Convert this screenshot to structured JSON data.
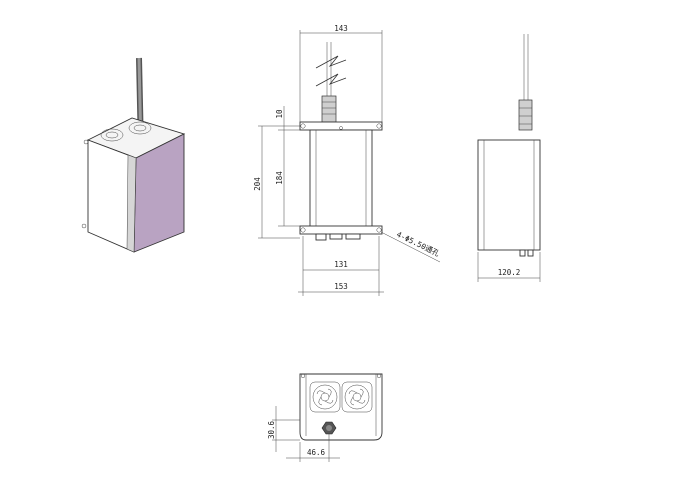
{
  "dimensions": {
    "top_width": "143",
    "flange_offset": "10",
    "overall_height": "204",
    "body_height": "184",
    "mount_span": "131",
    "overall_width": "153",
    "hole_callout": "4-Φ5.50通孔",
    "side_depth": "120.2",
    "bottom_height": "30.6",
    "bottom_offset": "46.6"
  },
  "colors": {
    "panel": "#b9a3c2",
    "panel_dark": "#9d86a8",
    "line": "#333333"
  }
}
